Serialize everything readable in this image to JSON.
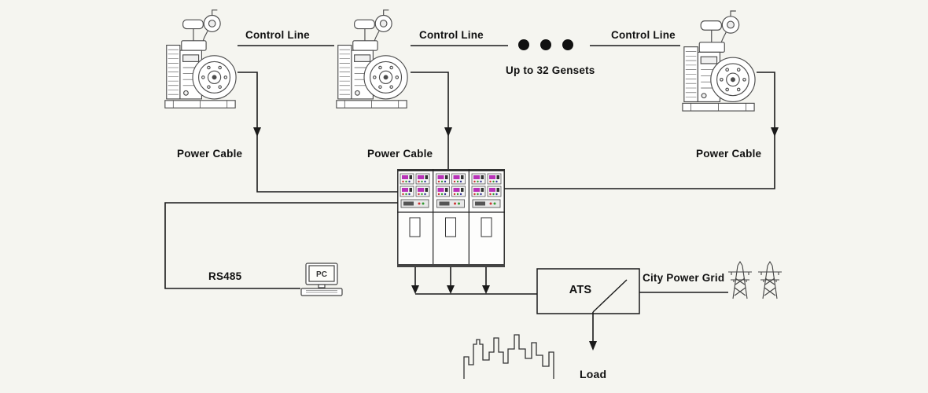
{
  "colors": {
    "background": "#f5f5f0",
    "line": "#1a1a1a",
    "accent_magenta": "#b832b8"
  },
  "gensets": [
    {
      "control_line_label": "Control Line",
      "power_cable_label": "Power Cable"
    },
    {
      "control_line_label": "Control Line",
      "power_cable_label": "Power Cable"
    },
    {
      "control_line_label": "Control Line",
      "power_cable_label": "Power Cable"
    }
  ],
  "expansion_note": "Up to 32 Gensets",
  "communication": {
    "bus_label": "RS485",
    "pc_label": "PC"
  },
  "ats_label": "ATS",
  "city_grid_label": "City Power Grid",
  "load_label": "Load"
}
